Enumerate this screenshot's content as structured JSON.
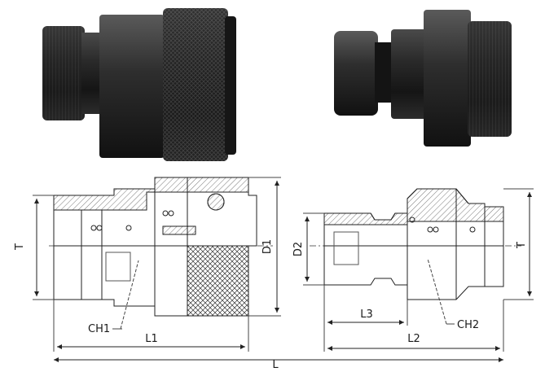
{
  "photo_left": {
    "description_icon": "female-coupler-photo"
  },
  "photo_right": {
    "description_icon": "male-nipple-photo"
  },
  "labels": {
    "T_left": "T",
    "CH1": "CH1",
    "L1": "L1",
    "D1": "D1",
    "L": "L",
    "D2": "D2",
    "L3": "L3",
    "CH2": "CH2",
    "L2": "L2",
    "T_right": "T"
  },
  "colors": {
    "metal_dark": "#1b1b1b",
    "metal_mid": "#3a3a3a",
    "metal_light": "#6a6a6a",
    "line": "#222222",
    "hatch": "#444444"
  }
}
